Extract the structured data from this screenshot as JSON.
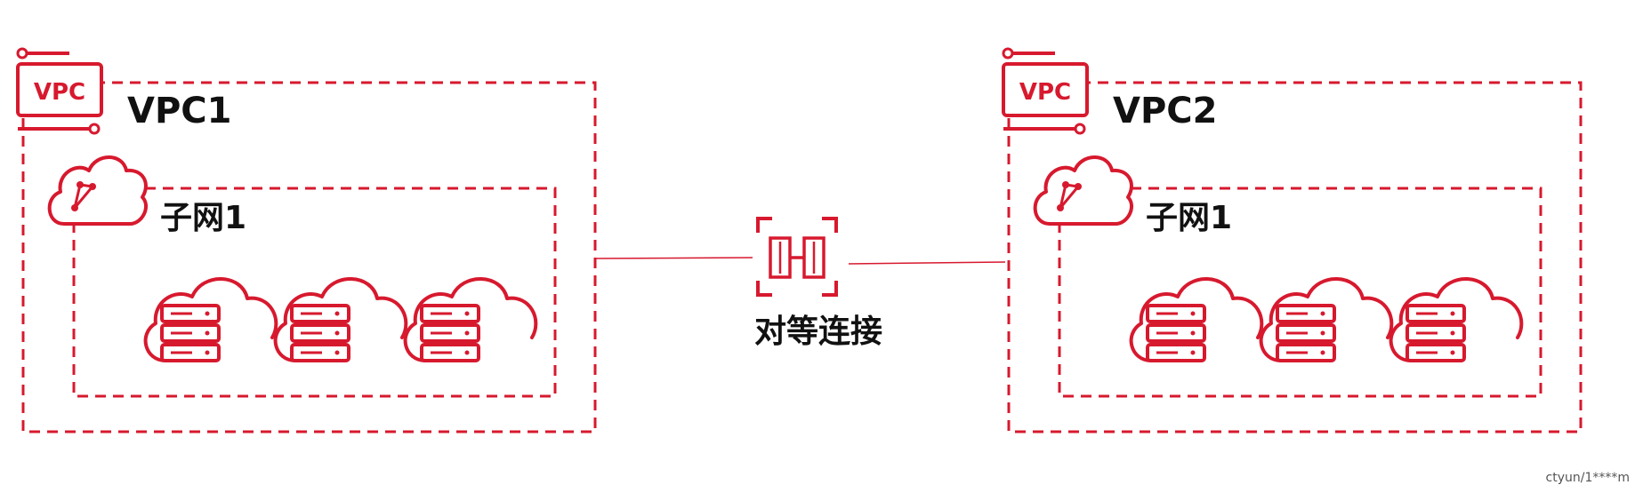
{
  "accent_color": "#d7192e",
  "text_color": "#111111",
  "vpcs": [
    {
      "badge": "VPC",
      "label": "VPC1",
      "subnet": {
        "label": "子网1"
      },
      "servers": [
        "cloud-server-icon",
        "cloud-server-icon",
        "cloud-server-icon"
      ]
    },
    {
      "badge": "VPC",
      "label": "VPC2",
      "subnet": {
        "label": "子网1"
      },
      "servers": [
        "cloud-server-icon",
        "cloud-server-icon",
        "cloud-server-icon"
      ]
    }
  ],
  "connection": {
    "label": "对等连接",
    "icon": "peering-icon"
  },
  "watermark": "ctyun/1****m"
}
